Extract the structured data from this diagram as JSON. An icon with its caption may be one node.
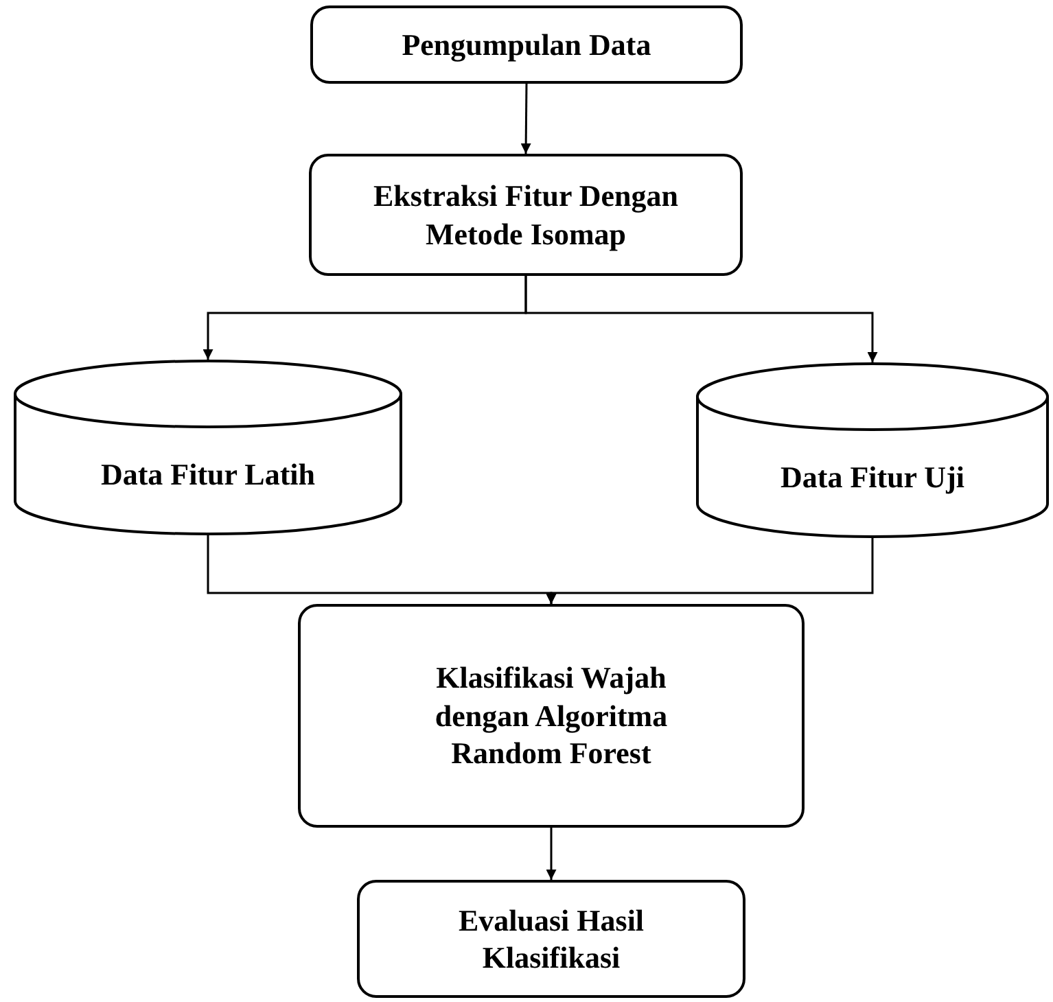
{
  "diagram": {
    "nodes": [
      {
        "text": [
          "Pengumpulan Data"
        ]
      },
      {
        "text": [
          "Ekstraksi Fitur Dengan Metode Isomap"
        ]
      },
      {
        "text": [
          "Data Fitur Latih"
        ]
      },
      {
        "text": [
          "Data Fitur Uji"
        ]
      },
      {
        "text": [
          "Klasifikasi Wajah dengan Algoritma Random Forest"
        ]
      },
      {
        "text": [
          "Evaluasi Hasil Klasifikasi"
        ]
      }
    ],
    "edges": [
      {
        "from": 0,
        "to": 1,
        "arrow": "to"
      },
      {
        "from": 1,
        "to": 2,
        "arrow": "to"
      },
      {
        "from": 1,
        "to": 3,
        "arrow": "to"
      },
      {
        "from": 2,
        "to": 4,
        "arrow": "to"
      },
      {
        "from": 3,
        "to": 4,
        "arrow": "to"
      },
      {
        "from": 4,
        "to": 5,
        "arrow": "to"
      }
    ]
  }
}
